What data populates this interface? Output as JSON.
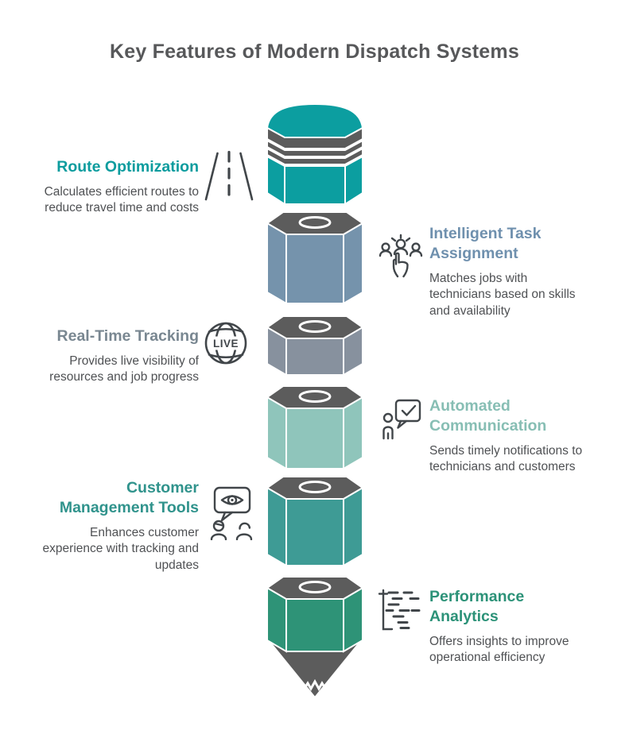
{
  "title": "Key Features of Modern Dispatch Systems",
  "live_badge": "LIVE",
  "features": [
    {
      "id": "route-optimization",
      "side": "left",
      "label": "Route Optimization",
      "description": "Calculates efficient routes to\nreduce travel time and costs",
      "accent": "#0c9c9e",
      "icon": "road-icon"
    },
    {
      "id": "intelligent-task-assignment",
      "side": "right",
      "label": "Intelligent Task\nAssignment",
      "description": "Matches jobs with\ntechnicians based on skills\nand availability",
      "accent": "#6f90ae",
      "icon": "task-assignment-icon"
    },
    {
      "id": "real-time-tracking",
      "side": "left",
      "label": "Real-Time Tracking",
      "description": "Provides live visibility of\nresources and job progress",
      "accent": "#798791",
      "icon": "live-globe-icon"
    },
    {
      "id": "automated-communication",
      "side": "right",
      "label": "Automated\nCommunication",
      "description": "Sends timely notifications to\ntechnicians and customers",
      "accent": "#87beb4",
      "icon": "chat-check-icon"
    },
    {
      "id": "customer-management-tools",
      "side": "left",
      "label": "Customer\nManagement Tools",
      "description": "Enhances customer\nexperience with tracking and\nupdates",
      "accent": "#30938c",
      "icon": "customer-eye-icon"
    },
    {
      "id": "performance-analytics",
      "side": "right",
      "label": "Performance\nAnalytics",
      "description": "Offers insights to improve\noperational efficiency",
      "accent": "#2c9278",
      "icon": "analytics-icon"
    }
  ],
  "pencil": {
    "cap_color": "#0c9ea0",
    "band_color": "#5c5c5c",
    "top_face_color": "#5c5c5c",
    "tip_color": "#5c5c5c",
    "segment_colors": [
      "#7593ac",
      "#87919e",
      "#8fc5bb",
      "#3e9b95",
      "#2e9377"
    ]
  }
}
